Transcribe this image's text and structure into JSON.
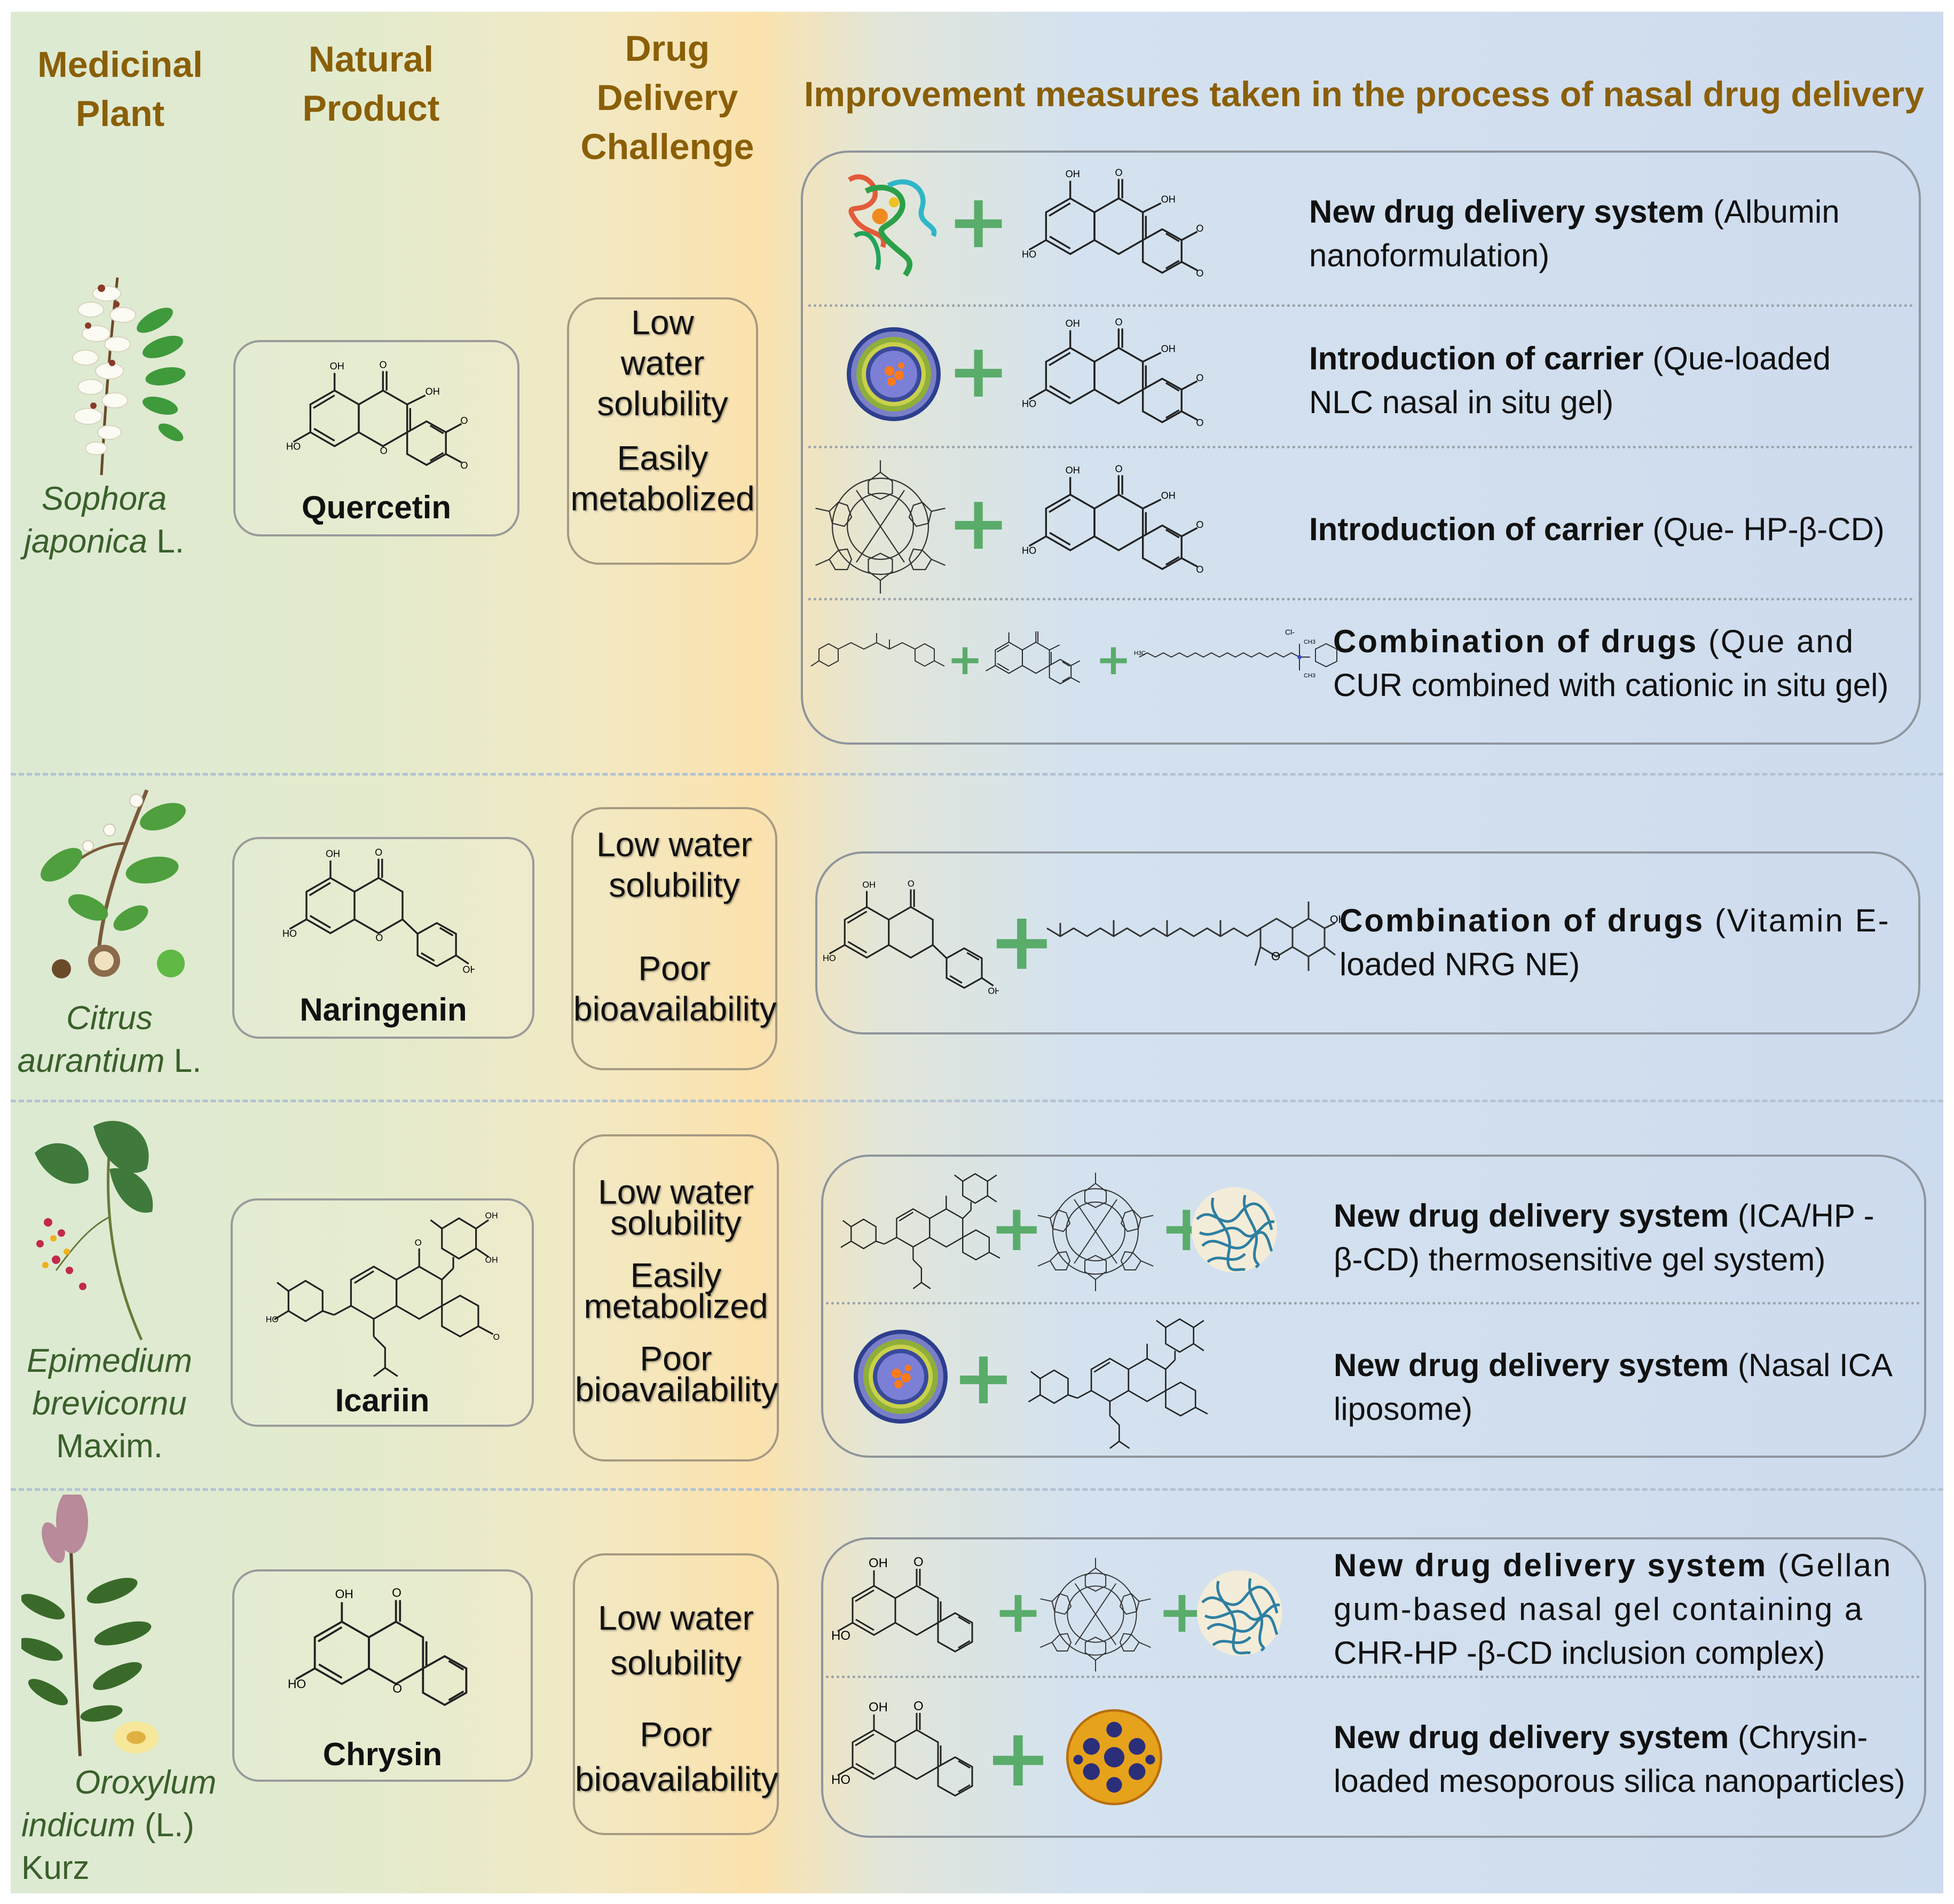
{
  "headers": {
    "plant": [
      "Medicinal",
      "Plant"
    ],
    "product": [
      "Natural",
      "Product"
    ],
    "challenge": [
      "Drug",
      "Delivery",
      "Challenge"
    ],
    "improvement": "Improvement measures taken in the process of nasal drug delivery"
  },
  "colors": {
    "header_text": "#8a5f07",
    "plant_name": "#3a5f2b",
    "plus": "#5aac6b"
  },
  "molecule_labels": {
    "oh": "OH",
    "ho": "HO",
    "o": "O",
    "ch3": "CH3",
    "h3c": "H3C",
    "cl": "Cl-"
  },
  "rows": [
    {
      "plant_italic": "Sophora japonica",
      "plant_line1": "Sophora",
      "plant_line2_italic": "japonica",
      "plant_line2_rest": " L.",
      "plant_icon": "sophora-flower-illustration",
      "product": "Quercetin",
      "challenges": [
        "Low",
        "water",
        "solubility",
        "Easily",
        "metabolized"
      ],
      "measures": [
        {
          "bold": "New drug delivery system",
          "rest_1": " (Albumin",
          "rest_2": "nanoformulation)",
          "items": [
            "albumin-protein",
            "quercetin"
          ]
        },
        {
          "bold": "Introduction of carrier",
          "rest_1": " (Que-loaded",
          "rest_2": "NLC nasal in situ gel)",
          "items": [
            "nanoparticle",
            "quercetin"
          ]
        },
        {
          "bold": "Introduction of carrier",
          "rest_1": " (Que- HP-β-CD)",
          "rest_2": "",
          "items": [
            "cyclodextrin",
            "quercetin"
          ]
        },
        {
          "bold": "Combination of drugs",
          "rest_1": " (Que and",
          "rest_2": "CUR combined with cationic in situ gel)",
          "items": [
            "curcumin",
            "quercetin",
            "cationic-surfactant"
          ]
        }
      ]
    },
    {
      "plant_line1": "Citrus",
      "plant_line2_italic": "aurantium",
      "plant_line2_rest": " L.",
      "plant_icon": "citrus-branch-illustration",
      "product": "Naringenin",
      "challenges": [
        "Low water",
        "solubility",
        "Poor",
        "bioavailability"
      ],
      "measures": [
        {
          "bold": "Combination of drugs",
          "rest_1": " (Vitamin E-",
          "rest_2": "loaded NRG NE)",
          "items": [
            "naringenin",
            "vitamin-e"
          ]
        }
      ]
    },
    {
      "plant_line1": "Epimedium",
      "plant_line2_italic": "brevicornu",
      "plant_line3": "Maxim.",
      "plant_icon": "epimedium-illustration",
      "product": "Icariin",
      "challenges": [
        "Low water",
        "solubility",
        "Easily",
        "metabolized",
        "Poor",
        "bioavailability"
      ],
      "measures": [
        {
          "bold": "New drug delivery system",
          "rest_1": " (ICA/HP -",
          "rest_2": "β-CD) thermosensitive gel system)",
          "items": [
            "icariin",
            "cyclodextrin",
            "gel-network"
          ]
        },
        {
          "bold": "New drug delivery system",
          "rest_1": " (Nasal ICA",
          "rest_2": "liposome)",
          "items": [
            "liposome",
            "icariin"
          ]
        }
      ]
    },
    {
      "plant_line1": "Oroxylum",
      "plant_line2_italic": "indicum",
      "plant_line2_rest": " (L.) Kurz",
      "plant_icon": "oroxylum-illustration",
      "product": "Chrysin",
      "challenges": [
        "Low water",
        "solubility",
        "Poor",
        "bioavailability"
      ],
      "measures": [
        {
          "bold": "New drug delivery system",
          "rest_1": " (Gellan",
          "rest_2": "gum-based nasal gel containing a",
          "rest_3": "CHR-HP -β-CD inclusion complex)",
          "items": [
            "chrysin",
            "cyclodextrin",
            "gel-network"
          ]
        },
        {
          "bold": "New drug delivery system",
          "rest_1": " (Chrysin-",
          "rest_2": "loaded mesoporous silica nanoparticles)",
          "items": [
            "chrysin",
            "mesoporous-silica"
          ]
        }
      ]
    }
  ],
  "plus_sign": "+"
}
